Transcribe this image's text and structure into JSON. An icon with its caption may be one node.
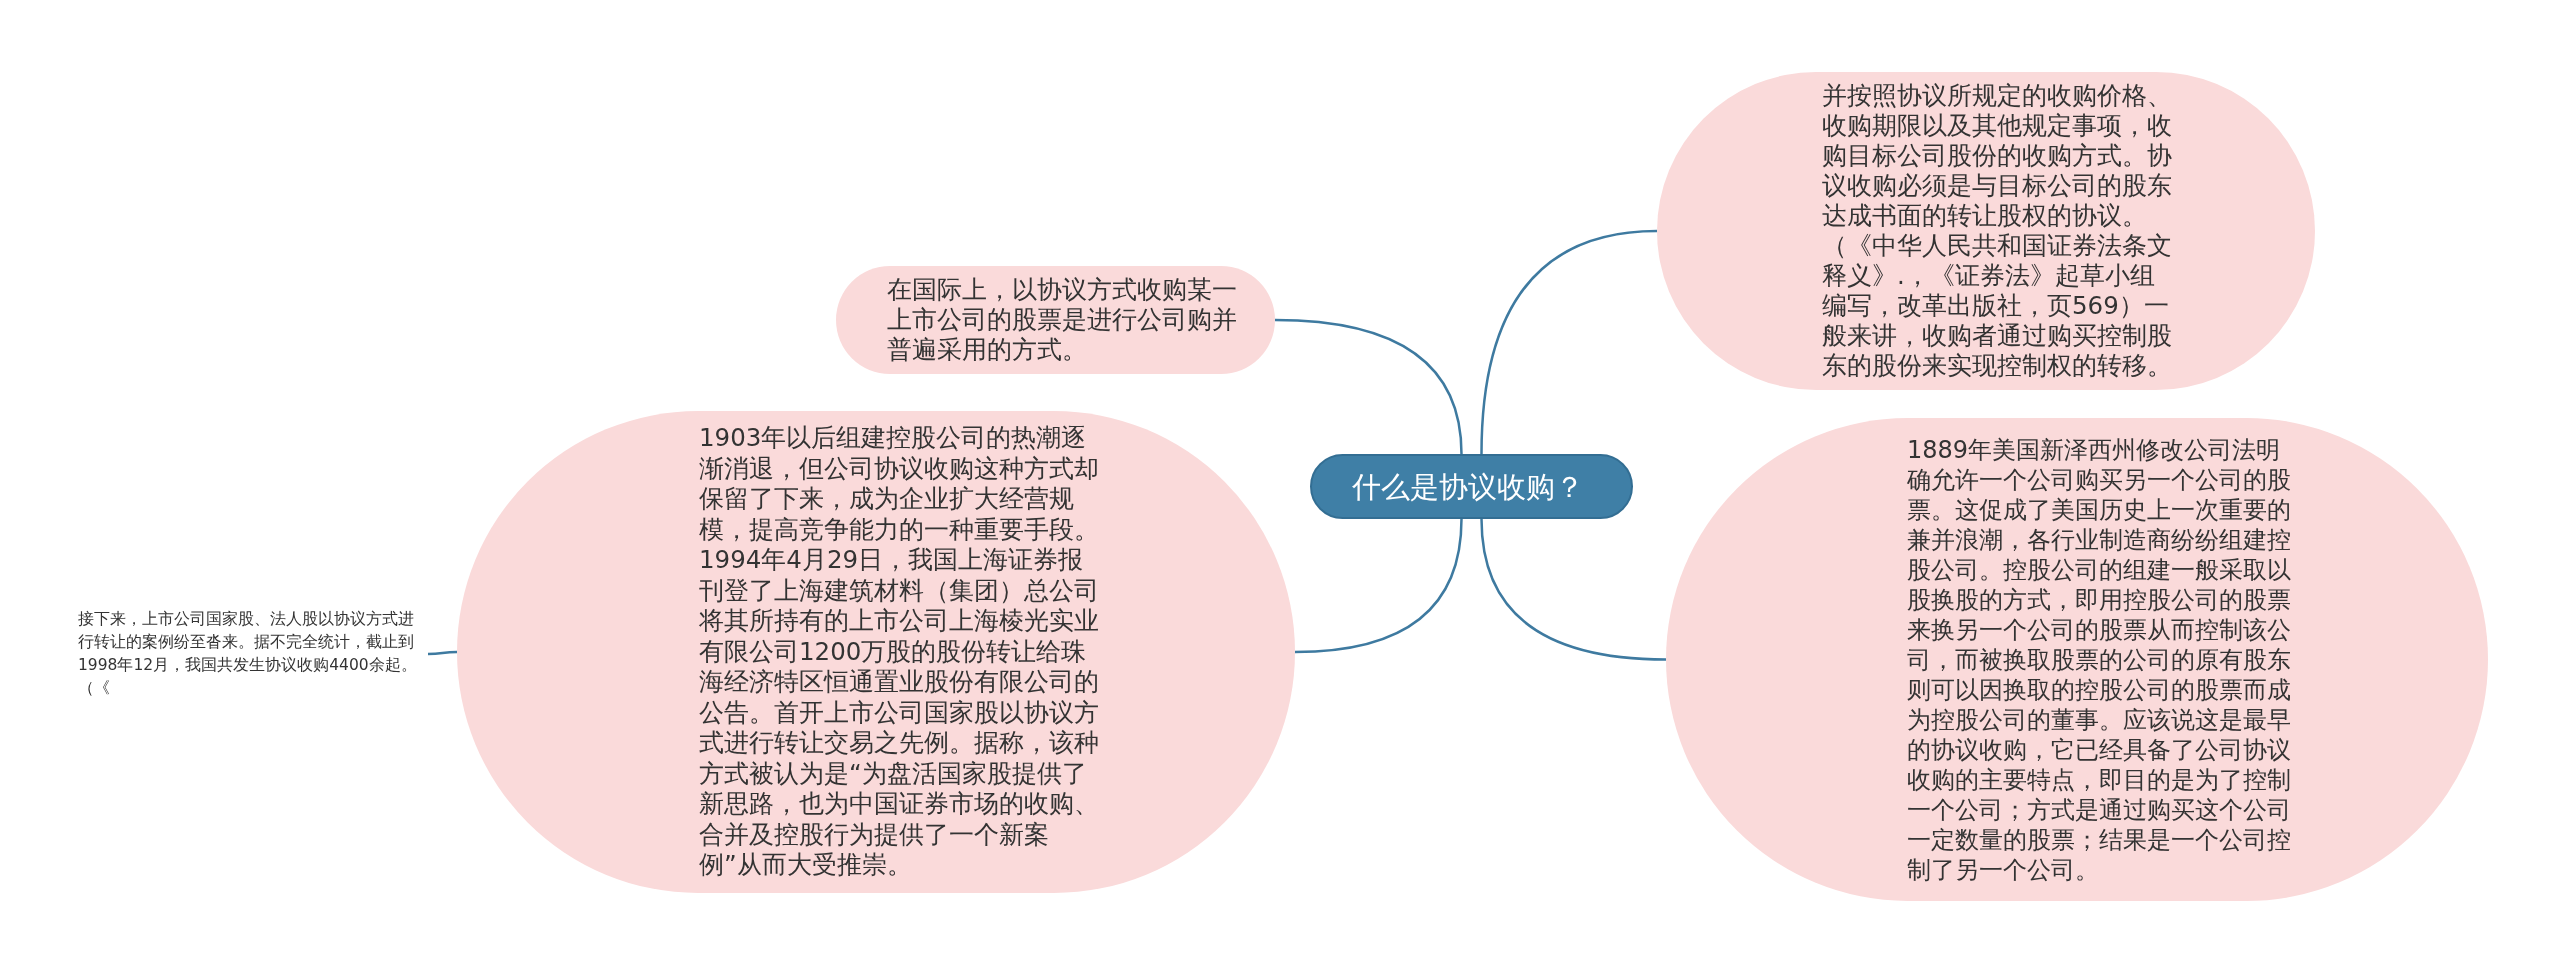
{
  "diagram": {
    "nodes": [
      {
        "text": [
          "什么是协议收购？"
        ]
      },
      {
        "text": [
          "在国际上，以协议方式收购某一上市公司的股票是进行公司购并普遍采用的方式。"
        ]
      },
      {
        "text": [
          "1903年以后组建控股公司的热潮逐渐消退，但公司协议收购这种方式却保留了下来，成为企业扩大经营规模，提高竞争能力的一种重要手段。1994年4月29日，我国上海证券报刊登了上海建筑材料（集团）总公司将其所持有的上市公司上海棱光实业有限公司1200万股的股份转让给珠海经济特区恒通置业股份有限公司的公告。首开上市公司国家股以协议方式进行转让交易之先例。据称，该种方式被认为是“为盘活国家股提供了新思路，也为中国证券市场的收购、合并及控股行为提供了一个新案例”从而大受推崇。"
        ]
      },
      {
        "text": [
          "接下来，上市公司国家股、法人股以协议方式进行转让的案例纷至沓来。据不完全统计，截止到1998年12月，我国共发生协议收购4400余起。（《"
        ]
      },
      {
        "text": [
          "并按照协议所规定的收购价格、收购期限以及其他规定事项，收购目标公司股份的收购方式。协议收购必须是与目标公司的股东达成书面的转让股权的协议。（《中华人民共和国证券法条文释义》.，《证券法》起草小组编写，改革出版社，页569）一般来讲，收购者通过购买控制股东的股份来实现控制权的转移。"
        ]
      },
      {
        "text": [
          "1889年美国新泽西州修改公司法明确允许一个公司购买另一个公司的股票。这促成了美国历史上一次重要的兼并浪潮，各行业制造商纷纷组建控股公司。控股公司的组建一般采取以股换股的方式，即用控股公司的股票来换另一个公司的股票从而控制该公司，而被换取股票的公司的原有股东则可以因换取的控股公司的股票而成为控股公司的董事。应该说这是最早的协议收购，它已经具备了公司协议收购的主要特点，即目的是为了控制一个公司；方式是通过购买这个公司一定数量的股票；结果是一个公司控制了另一个公司。"
        ]
      }
    ],
    "edges": [
      {
        "from": 0,
        "to": 1,
        "arrow": "none"
      },
      {
        "from": 0,
        "to": 2,
        "arrow": "none"
      },
      {
        "from": 2,
        "to": 3,
        "arrow": "none"
      },
      {
        "from": 0,
        "to": 4,
        "arrow": "none"
      },
      {
        "from": 0,
        "to": 5,
        "arrow": "none"
      }
    ]
  }
}
